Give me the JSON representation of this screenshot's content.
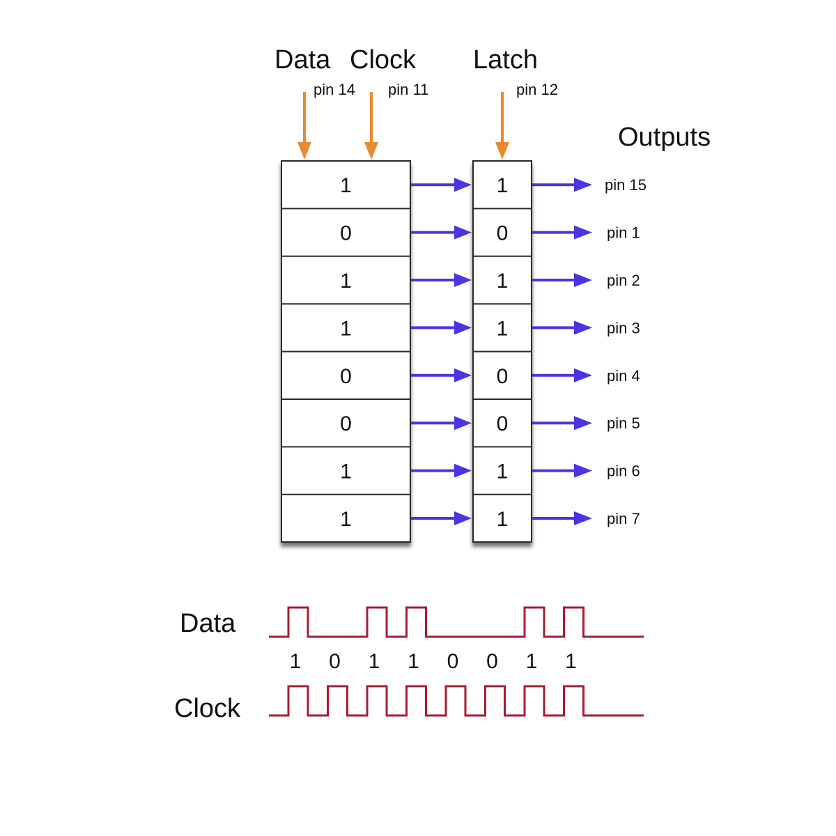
{
  "title": {
    "data_label": "Data",
    "clock_label": "Clock",
    "latch_label": "Latch",
    "outputs_label": "Outputs"
  },
  "input_pins": [
    {
      "name": "data",
      "label": "pin 14",
      "icon": "arrow-down-icon"
    },
    {
      "name": "clock",
      "label": "pin 11",
      "icon": "arrow-down-icon"
    },
    {
      "name": "latch",
      "label": "pin 12",
      "icon": "arrow-down-icon"
    }
  ],
  "shift_register": {
    "bits": [
      "1",
      "0",
      "1",
      "1",
      "0",
      "0",
      "1",
      "1"
    ]
  },
  "latch_register": {
    "bits": [
      "1",
      "0",
      "1",
      "1",
      "0",
      "0",
      "1",
      "1"
    ]
  },
  "output_pins": [
    "pin 15",
    "pin 1",
    "pin 2",
    "pin 3",
    "pin 4",
    "pin 5",
    "pin 6",
    "pin 7"
  ],
  "timing": {
    "data_label": "Data",
    "clock_label": "Clock",
    "bit_labels": [
      "1",
      "0",
      "1",
      "1",
      "0",
      "0",
      "1",
      "1"
    ],
    "data_bits": [
      1,
      0,
      1,
      1,
      0,
      0,
      1,
      1
    ],
    "clock_pulses": 8
  },
  "colors": {
    "input_arrow": "#e88a2e",
    "transfer_arrow": "#4a35e0",
    "waveform": "#a51d34",
    "text": "#111111"
  }
}
